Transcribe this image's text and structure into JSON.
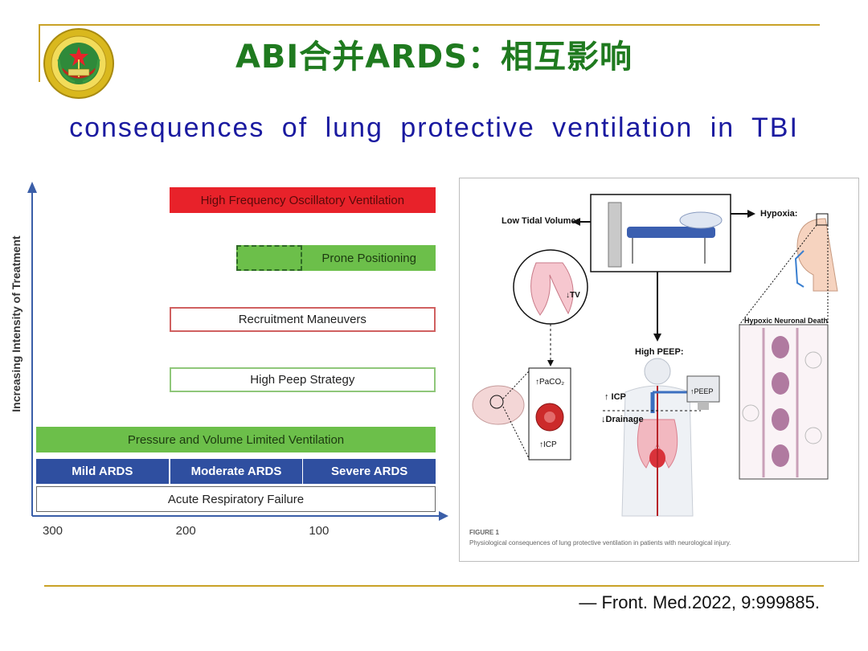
{
  "slide": {
    "title": "ABI合并ARDS：相互影响",
    "subtitle": "consequences of lung protective ventilation in TBI",
    "citation": "— Front. Med.2022, 9:999885.",
    "logo_icon": "military-hospital-emblem-icon"
  },
  "colors": {
    "gold": "#c9a227",
    "title_green": "#1f7a1f",
    "subtitle_blue": "#1a1aa0",
    "red_bar": "#e8222a",
    "green_bar": "#6cbf4a",
    "blue_bar": "#2f4fa0",
    "axis_blue": "#3a5ea8"
  },
  "treatment_chart": {
    "ylabel": "Increasing Intensity of Treatment",
    "x_ticks": [
      "300",
      "200",
      "100"
    ],
    "x_range": [
      300,
      0
    ],
    "bars": [
      {
        "label": "High Frequency Oscillatory Ventilation",
        "from": 200,
        "to": 0,
        "level": 7,
        "style": "solid-red"
      },
      {
        "label": "",
        "from": 150,
        "to": 100,
        "level": 6,
        "style": "dashed-green"
      },
      {
        "label": "Prone Positioning",
        "from": 100,
        "to": 0,
        "level": 6,
        "style": "solid-green"
      },
      {
        "label": "Recruitment Maneuvers",
        "from": 200,
        "to": 0,
        "level": 5,
        "style": "outline-red"
      },
      {
        "label": "High Peep Strategy",
        "from": 200,
        "to": 0,
        "level": 4,
        "style": "outline-green"
      },
      {
        "label": "Pressure and Volume Limited Ventilation",
        "from": 300,
        "to": 0,
        "level": 3,
        "style": "solid-green"
      },
      {
        "label": "Mild ARDS",
        "from": 300,
        "to": 200,
        "level": 2,
        "style": "solid-blue"
      },
      {
        "label": "Moderate ARDS",
        "from": 200,
        "to": 100,
        "level": 2,
        "style": "solid-blue"
      },
      {
        "label": "Severe ARDS",
        "from": 100,
        "to": 0,
        "level": 2,
        "style": "solid-blue"
      },
      {
        "label": "Acute Respiratory Failure",
        "from": 300,
        "to": 0,
        "level": 1,
        "style": "outline-gray"
      }
    ]
  },
  "figure": {
    "low_tidal_volume": "Low Tidal Volume:",
    "hypoxia": "Hypoxia:",
    "tv_down": "↓TV",
    "paco2_up": "↑PaCO₂",
    "icp_up_small": "↑ICP",
    "high_peep": "High PEEP:",
    "icp_up": "↑ ICP",
    "drainage_down": "↓Drainage",
    "peep_up": "↑PEEP",
    "hypoxic_neuronal_death": "Hypoxic Neuronal Death",
    "caption_title": "FIGURE 1",
    "caption": "Physiological consequences of lung protective ventilation in patients with neurological injury."
  }
}
